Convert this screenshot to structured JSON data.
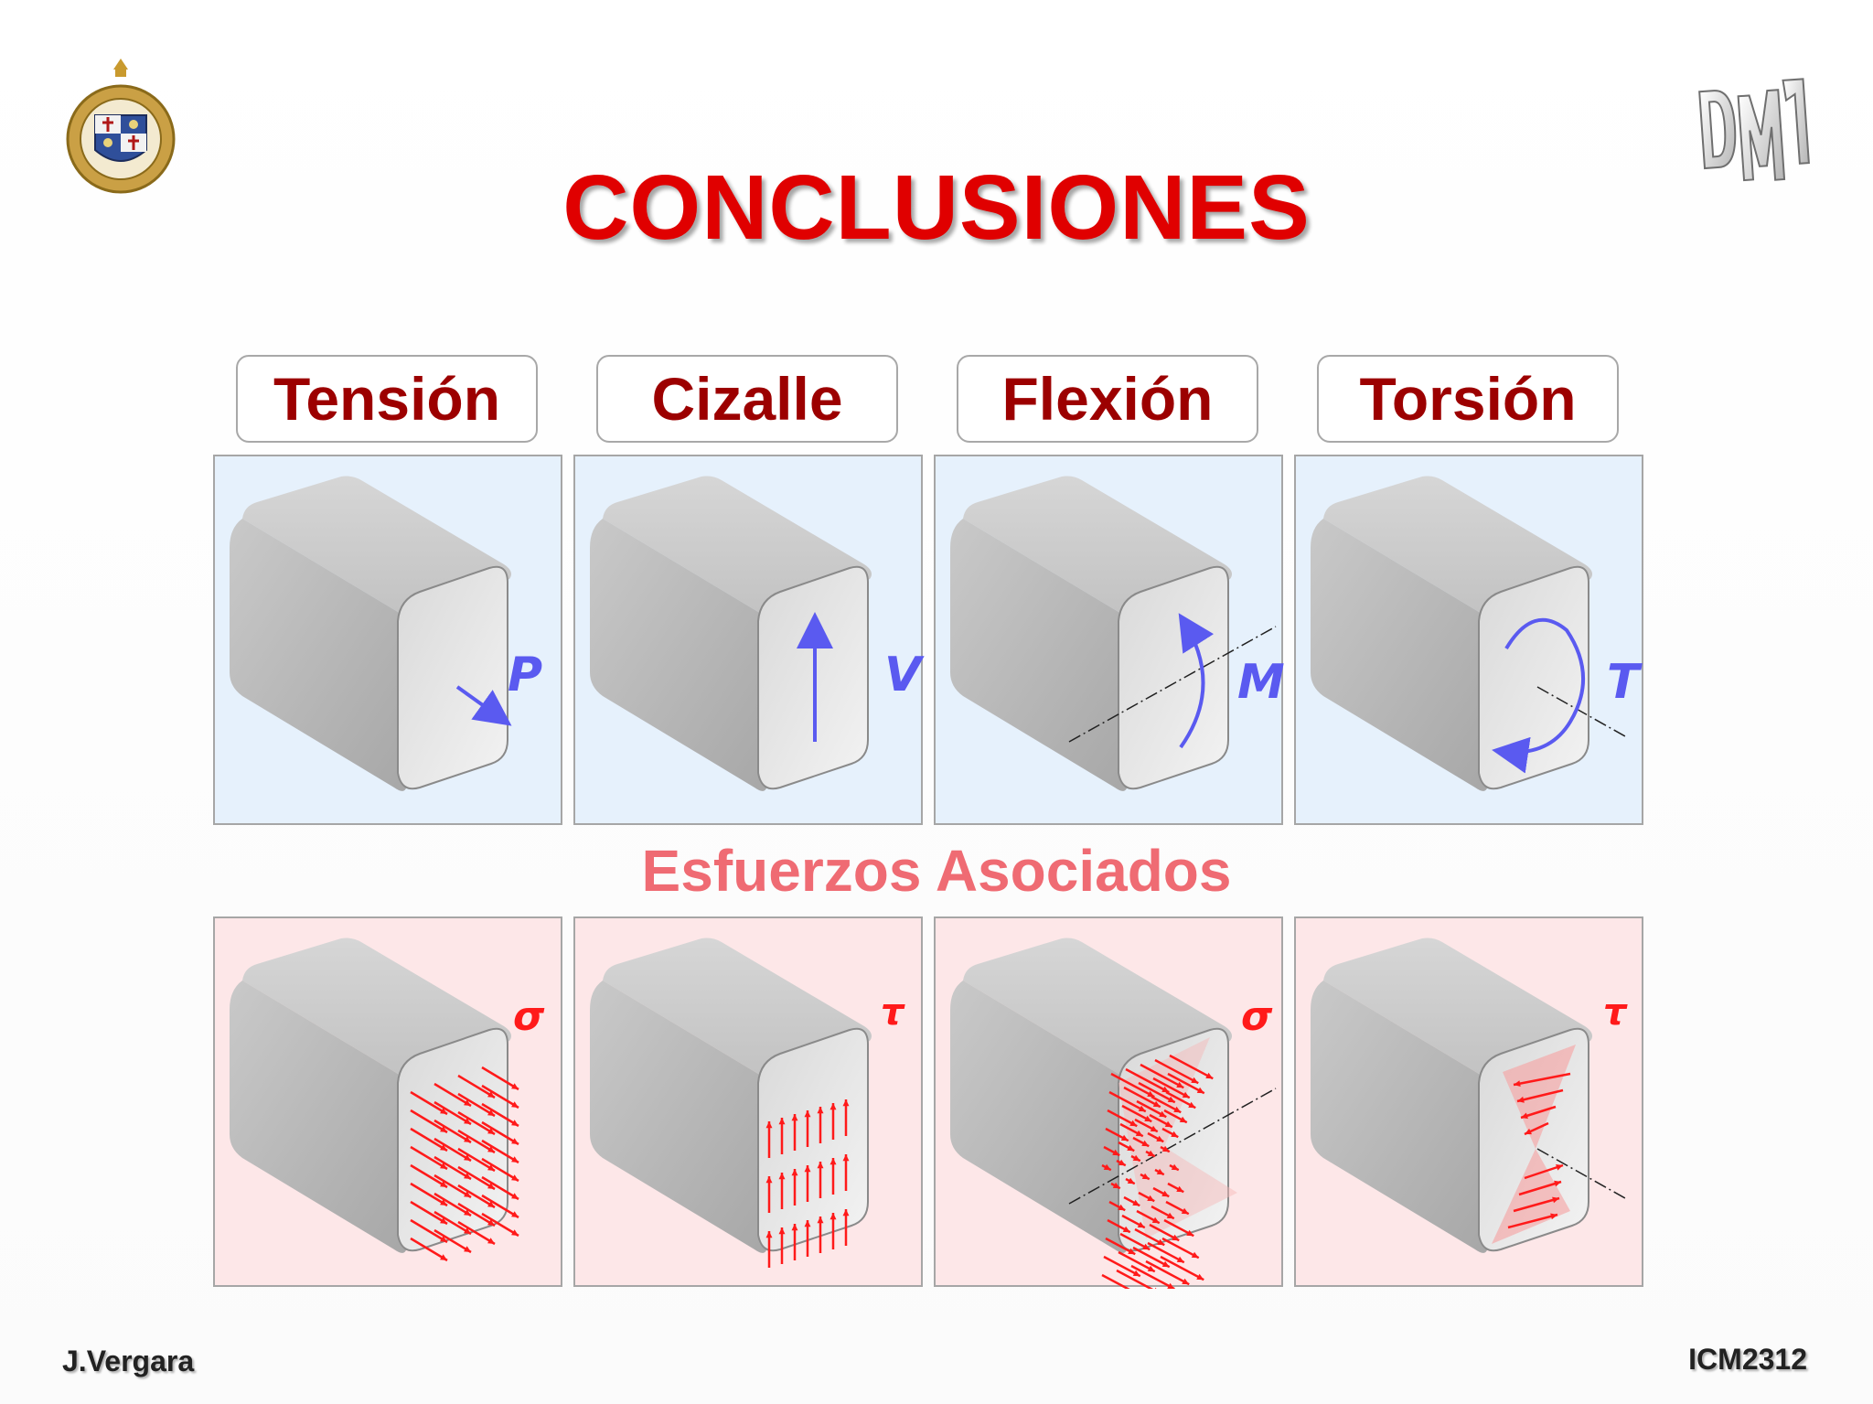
{
  "slide": {
    "title": "CONCLUSIONES",
    "subtitle": "Esfuerzos Asociados",
    "author": "J.Vergara",
    "course": "ICM2312",
    "corner_mark": "DM1",
    "logo": "university-seal-icon"
  },
  "categories": [
    {
      "label": "Tensión",
      "load_symbol": "P",
      "stress_symbol": "σ"
    },
    {
      "label": "Cizalle",
      "load_symbol": "V",
      "stress_symbol": "τ"
    },
    {
      "label": "Flexión",
      "load_symbol": "M",
      "stress_symbol": "σ"
    },
    {
      "label": "Torsión",
      "load_symbol": "T",
      "stress_symbol": "τ"
    }
  ],
  "colors": {
    "title": "#e00000",
    "label_text": "#9c0000",
    "subtitle": "#ef6b73",
    "load_panel_bg": "#e6f1fc",
    "stress_panel_bg": "#fde7e8",
    "load_arrow": "#5a5af0",
    "stress_arrow": "#ff1a1a"
  }
}
